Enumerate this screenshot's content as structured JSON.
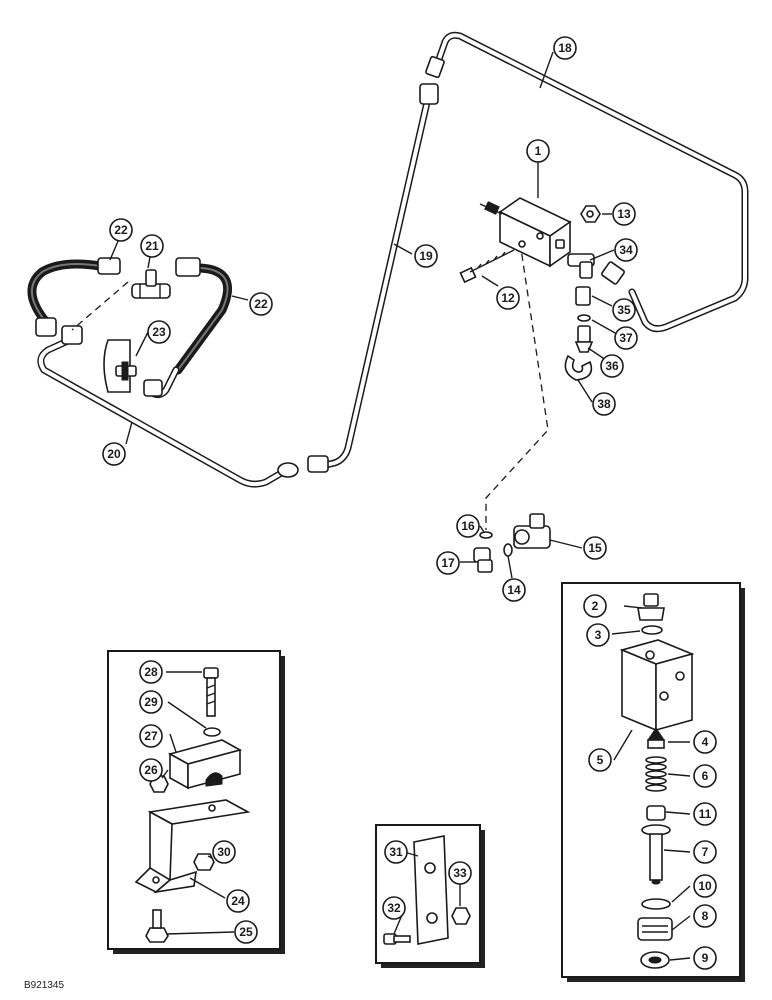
{
  "figure_code": "B921345",
  "callouts": [
    {
      "id": "c1",
      "label": "1"
    },
    {
      "id": "c2",
      "label": "2"
    },
    {
      "id": "c3",
      "label": "3"
    },
    {
      "id": "c4",
      "label": "4"
    },
    {
      "id": "c5",
      "label": "5"
    },
    {
      "id": "c6",
      "label": "6"
    },
    {
      "id": "c7",
      "label": "7"
    },
    {
      "id": "c8",
      "label": "8"
    },
    {
      "id": "c9",
      "label": "9"
    },
    {
      "id": "c10",
      "label": "10"
    },
    {
      "id": "c11",
      "label": "11"
    },
    {
      "id": "c12",
      "label": "12"
    },
    {
      "id": "c13",
      "label": "13"
    },
    {
      "id": "c14",
      "label": "14"
    },
    {
      "id": "c15",
      "label": "15"
    },
    {
      "id": "c16",
      "label": "16"
    },
    {
      "id": "c17",
      "label": "17"
    },
    {
      "id": "c18",
      "label": "18"
    },
    {
      "id": "c19",
      "label": "19"
    },
    {
      "id": "c20",
      "label": "20"
    },
    {
      "id": "c21",
      "label": "21"
    },
    {
      "id": "c22a",
      "label": "22"
    },
    {
      "id": "c22b",
      "label": "22"
    },
    {
      "id": "c23",
      "label": "23"
    },
    {
      "id": "c24",
      "label": "24"
    },
    {
      "id": "c25",
      "label": "25"
    },
    {
      "id": "c26",
      "label": "26"
    },
    {
      "id": "c27",
      "label": "27"
    },
    {
      "id": "c28",
      "label": "28"
    },
    {
      "id": "c29",
      "label": "29"
    },
    {
      "id": "c30",
      "label": "30"
    },
    {
      "id": "c31",
      "label": "31"
    },
    {
      "id": "c32",
      "label": "32"
    },
    {
      "id": "c33",
      "label": "33"
    },
    {
      "id": "c34",
      "label": "34"
    },
    {
      "id": "c35",
      "label": "35"
    },
    {
      "id": "c36",
      "label": "36"
    },
    {
      "id": "c37",
      "label": "37"
    },
    {
      "id": "c38",
      "label": "38"
    }
  ]
}
